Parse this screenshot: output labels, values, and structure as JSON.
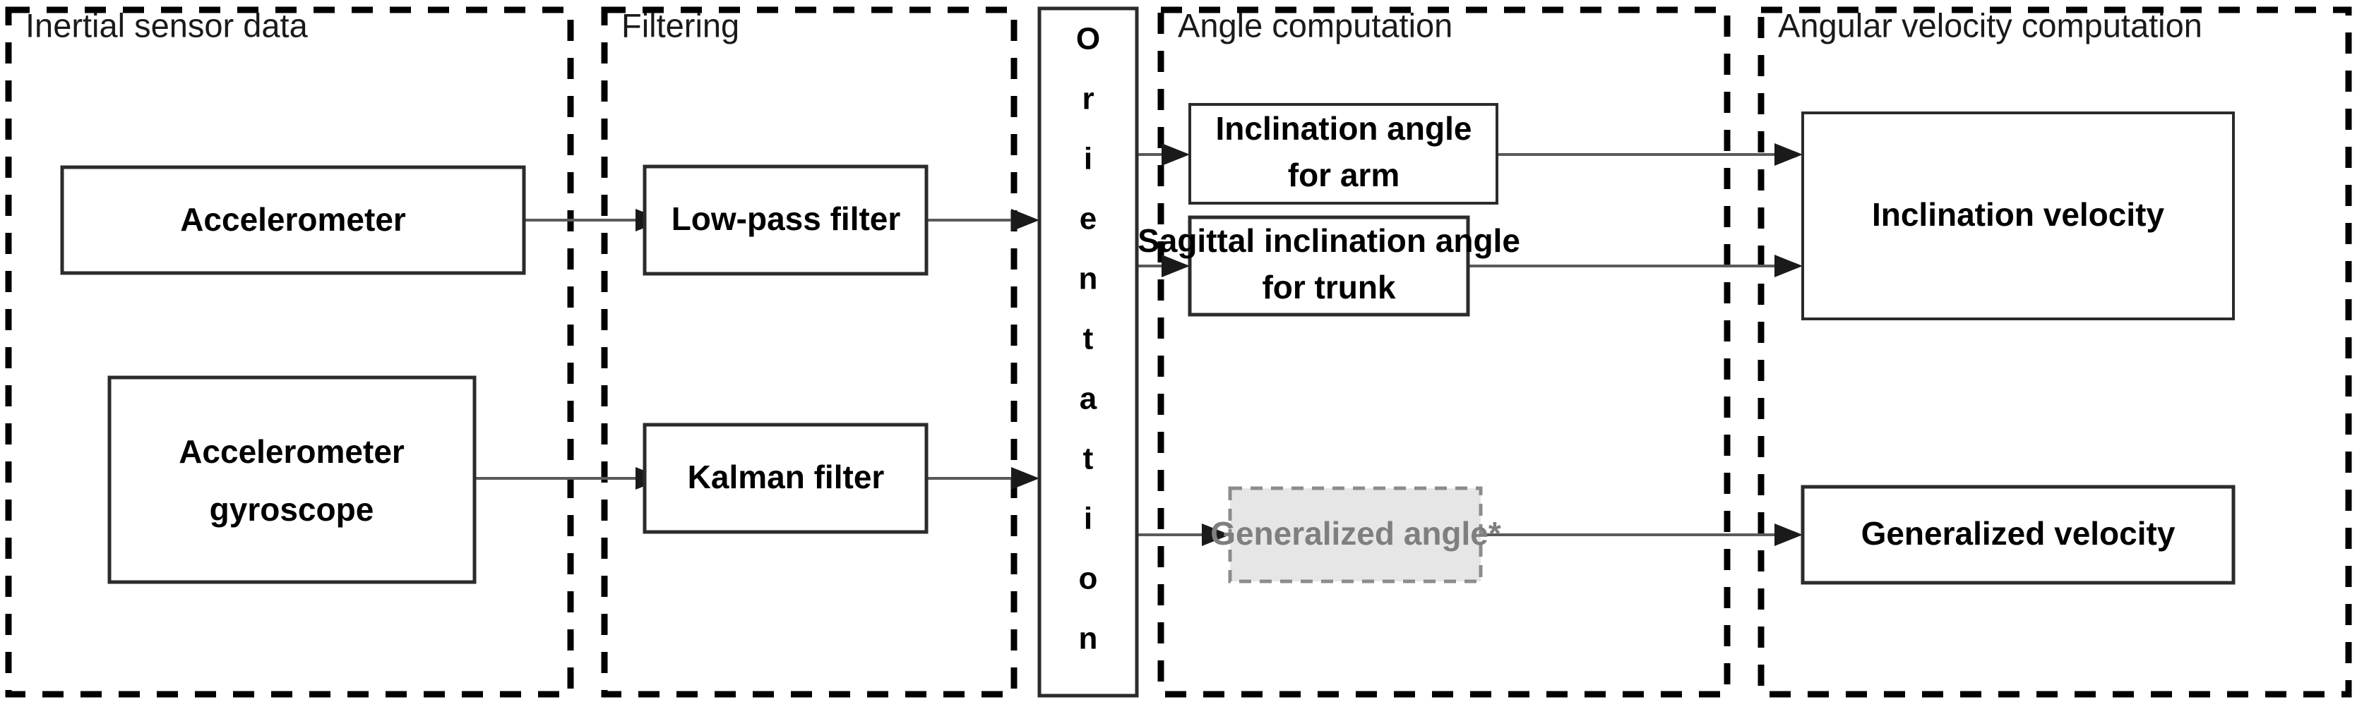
{
  "diagram": {
    "title": "Inertial sensor data processing pipeline",
    "colors": {
      "panel_border": "#000000",
      "node_border": "#2b2b2b",
      "node_fill": "#ffffff",
      "ghost_fill": "#e6e6e6",
      "ghost_border": "#8c8c8c",
      "ghost_text": "#7f7f7f",
      "arrow": "#5a5a5a",
      "text": "#000000"
    }
  },
  "panels": [
    {
      "id": "inertial-sensor-data",
      "label": "Inertial sensor data"
    },
    {
      "id": "filtering",
      "label": "Filtering"
    },
    {
      "id": "angle-computation",
      "label": "Angle computation"
    },
    {
      "id": "angular-velocity-computation",
      "label": "Angular velocity computation"
    }
  ],
  "orientation": {
    "label": "Orientation",
    "letters": [
      "O",
      "r",
      "i",
      "e",
      "n",
      "t",
      "a",
      "t",
      "i",
      "o",
      "n"
    ]
  },
  "nodes": {
    "accelerometer": {
      "label": "Accelerometer",
      "panel": "inertial-sensor-data"
    },
    "accelerometer_gyroscope": {
      "line1": "Accelerometer",
      "line2": "gyroscope",
      "panel": "inertial-sensor-data"
    },
    "low_pass_filter": {
      "label": "Low-pass filter",
      "panel": "filtering"
    },
    "kalman_filter": {
      "label": "Kalman filter",
      "panel": "filtering"
    },
    "inclination_angle_arm": {
      "line1": "Inclination angle",
      "line2": "for arm",
      "panel": "angle-computation"
    },
    "sagittal_inclination_angle_trunk": {
      "line1": "Sagittal inclination angle",
      "line2": "for trunk",
      "panel": "angle-computation"
    },
    "generalized_angle": {
      "label": "Generalized angle*",
      "panel": "angle-computation",
      "style": "ghost"
    },
    "inclination_velocity": {
      "label": "Inclination velocity",
      "panel": "angular-velocity-computation"
    },
    "generalized_velocity": {
      "label": "Generalized velocity",
      "panel": "angular-velocity-computation"
    }
  },
  "edges": [
    {
      "from": "accelerometer",
      "to": "low_pass_filter"
    },
    {
      "from": "accelerometer_gyroscope",
      "to": "kalman_filter"
    },
    {
      "from": "low_pass_filter",
      "to": "orientation"
    },
    {
      "from": "kalman_filter",
      "to": "orientation"
    },
    {
      "from": "orientation",
      "to": "inclination_angle_arm"
    },
    {
      "from": "orientation",
      "to": "sagittal_inclination_angle_trunk"
    },
    {
      "from": "orientation",
      "to": "generalized_angle"
    },
    {
      "from": "inclination_angle_arm",
      "to": "inclination_velocity"
    },
    {
      "from": "sagittal_inclination_angle_trunk",
      "to": "inclination_velocity"
    },
    {
      "from": "generalized_angle",
      "to": "generalized_velocity"
    }
  ]
}
